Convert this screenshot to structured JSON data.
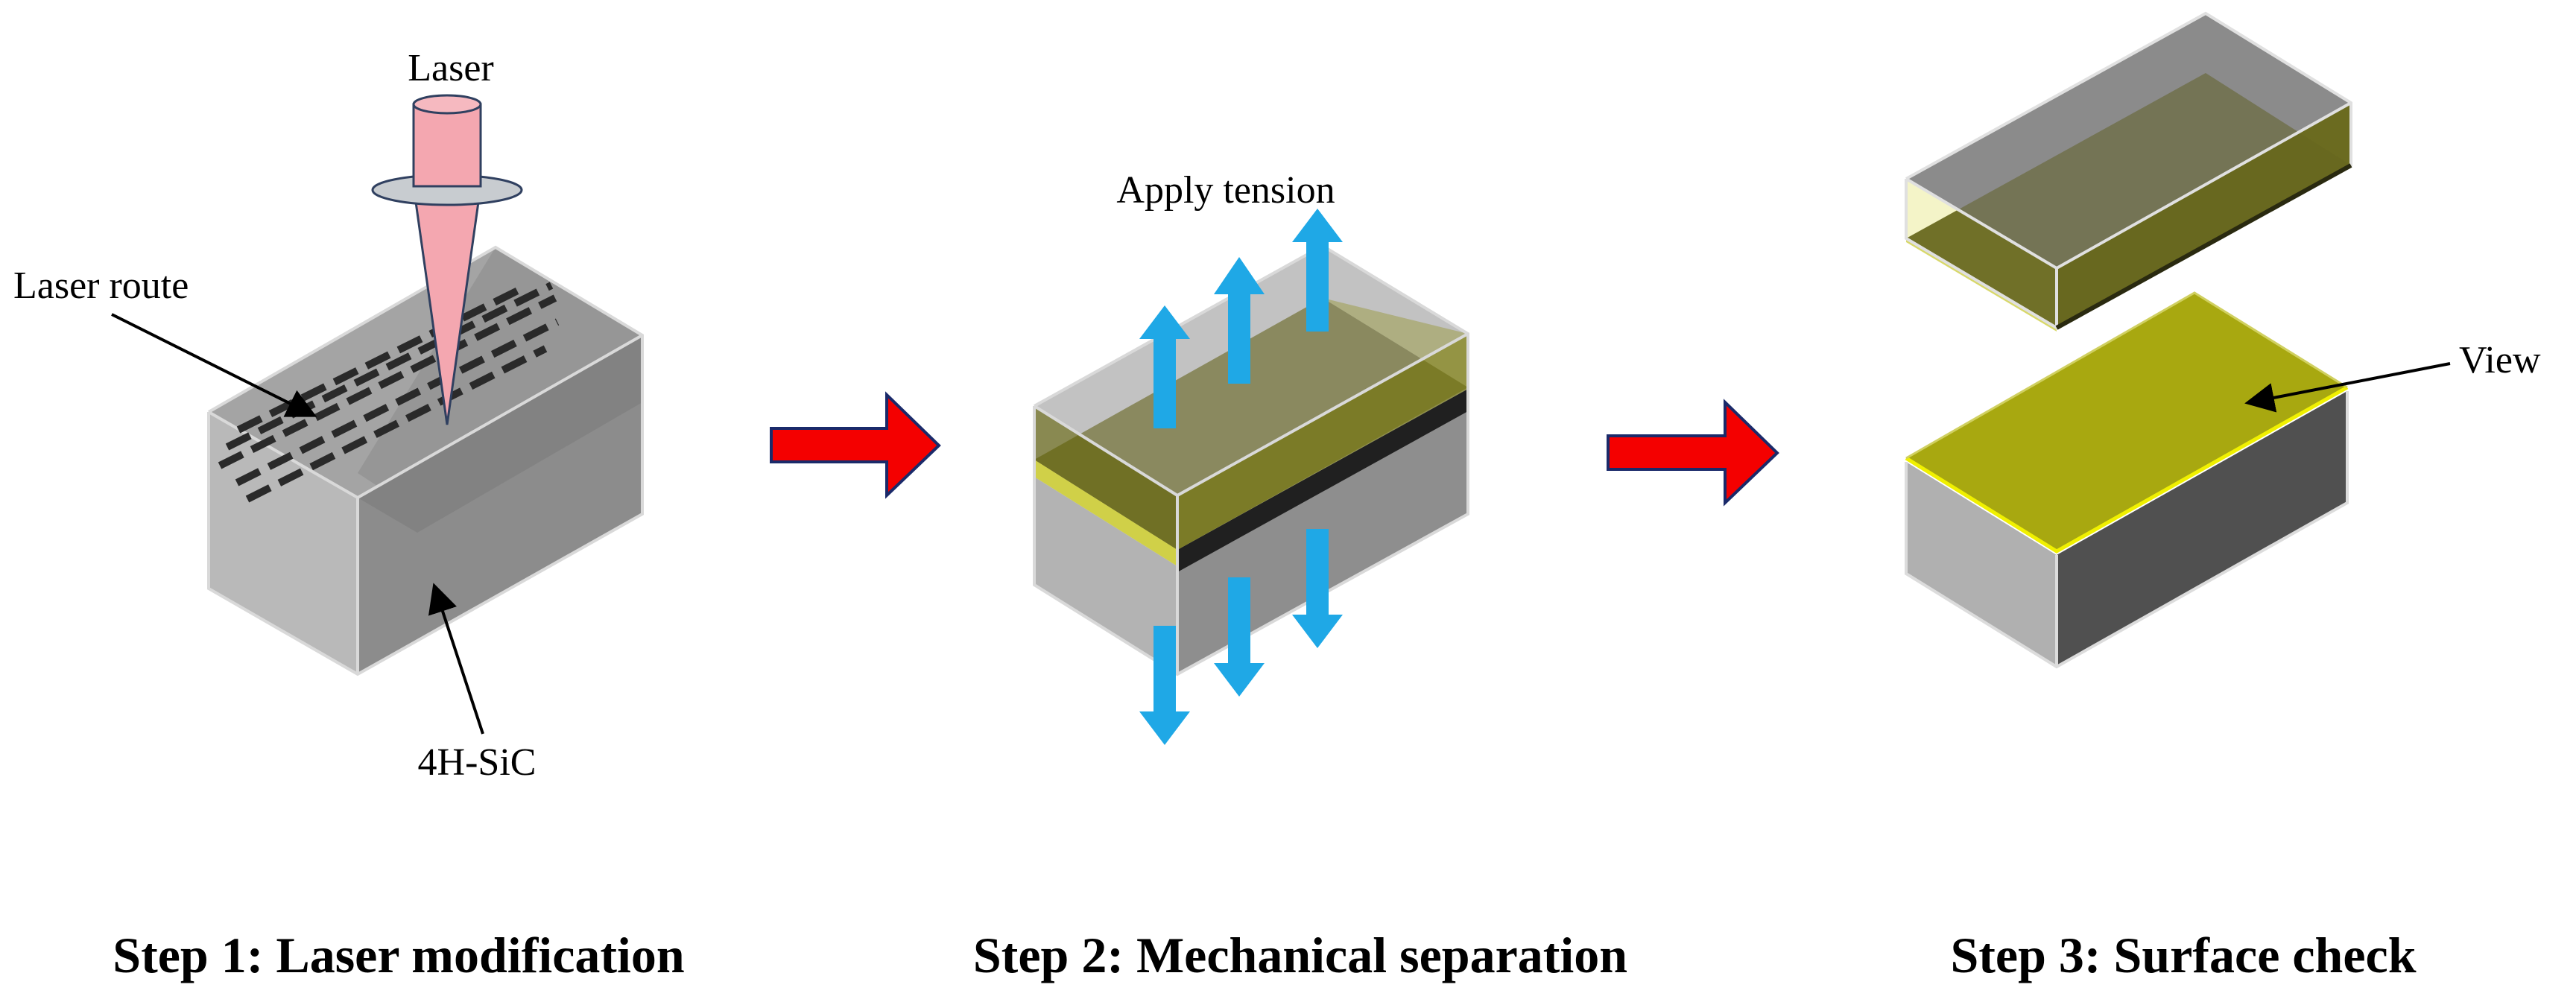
{
  "labels": {
    "laser": "Laser",
    "laser_route": "Laser route",
    "material": "4H-SiC",
    "apply_tension": "Apply tension",
    "view": "View"
  },
  "steps": [
    {
      "label": "Step 1: Laser modification"
    },
    {
      "label": "Step 2: Mechanical separation"
    },
    {
      "label": "Step 3: Surface check"
    }
  ],
  "colors": {
    "block_face_light": "#b5b5b5",
    "block_face_mid": "#8f8f8f",
    "block_face_dark": "#4a4a4a",
    "laser_beam": "#f4a7b0",
    "laser_lens": "#c8ccd0",
    "tension_arrow": "#1fa8e6",
    "process_arrow": "#f40000",
    "modified_layer": "#9ea516",
    "modified_layer_dark": "#6c6a1e"
  }
}
